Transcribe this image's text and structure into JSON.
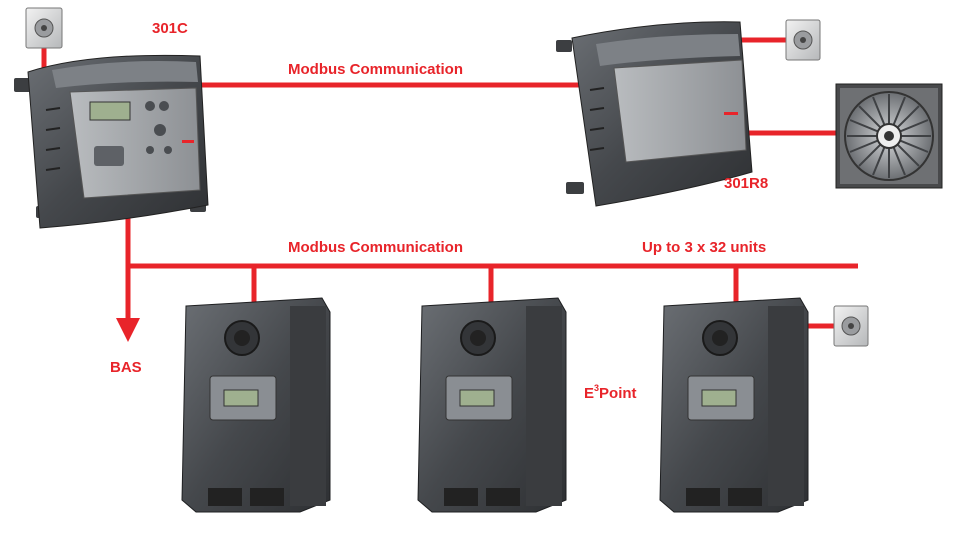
{
  "labels": {
    "controller": "301C",
    "relay_panel": "301R8",
    "modbus_top": "Modbus Communication",
    "modbus_bottom": "Modbus Communication",
    "unit_capacity": "Up to 3 x 32 units",
    "bas": "BAS",
    "transmitter_e": "E",
    "transmitter_sup": "3",
    "transmitter_rest": "Point"
  },
  "colors": {
    "line": "#e8242a",
    "label": "#e8242a",
    "device_dark": "#3f4246",
    "device_mid": "#55595e",
    "device_light": "#8a8e93",
    "display": "#9fb08f"
  },
  "icons": {
    "sensor": "gas-sensor-icon",
    "fan": "exhaust-fan-icon",
    "arrow": "arrow-down-icon"
  }
}
